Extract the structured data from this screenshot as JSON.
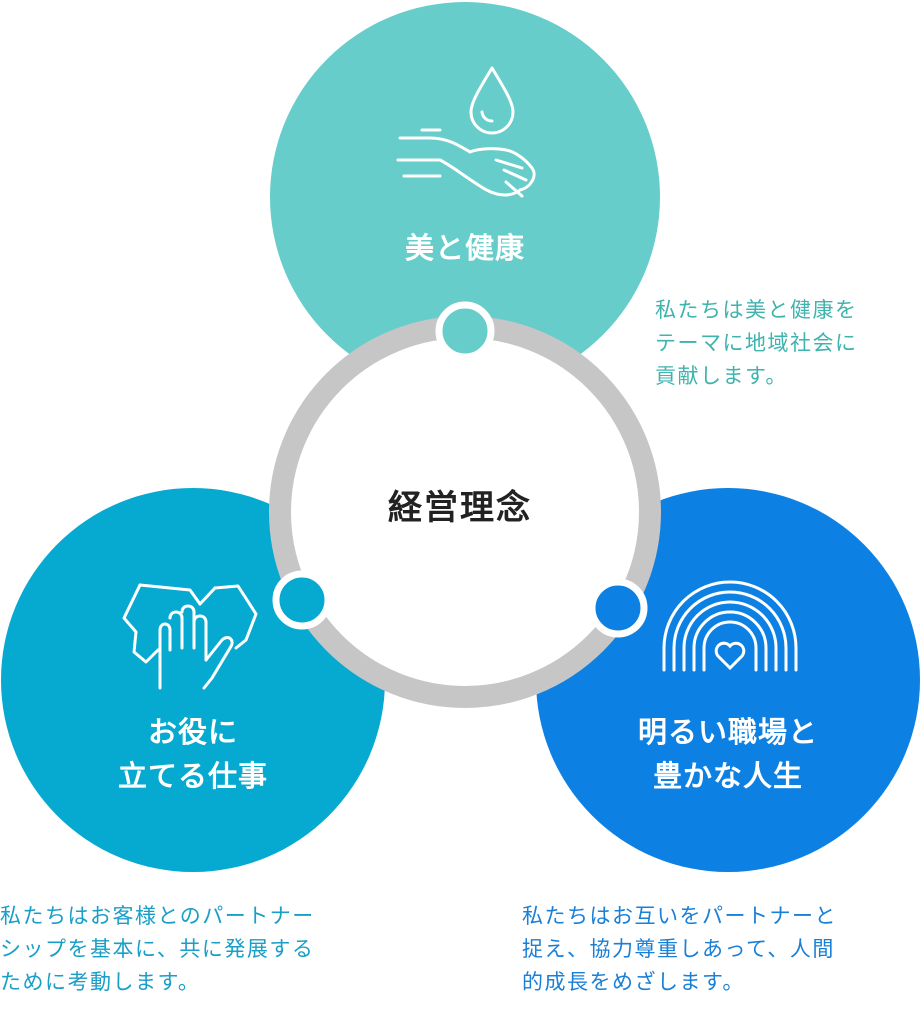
{
  "center": {
    "title": "経営理念"
  },
  "colors": {
    "beauty": "#66cdca",
    "work": "#06a9cf",
    "life": "#0c80e3",
    "ring": "#c6c6c6",
    "desc_top": "#3fb3ad",
    "desc_left": "#199fc7",
    "desc_right": "#1a7fd7"
  },
  "circles": [
    {
      "id": "beauty",
      "icon": "water-drop-hand-icon",
      "label_lines": [
        "美と健康"
      ]
    },
    {
      "id": "work",
      "icon": "helping-hands-icon",
      "label_lines": [
        "お役に",
        "立てる仕事"
      ]
    },
    {
      "id": "life",
      "icon": "rainbow-heart-icon",
      "label_lines": [
        "明るい職場と",
        "豊かな人生"
      ]
    }
  ],
  "descriptions": {
    "beauty": [
      "私たちは美と健康を",
      "テーマに地域社会に",
      "貢献します。"
    ],
    "work": [
      "私たちはお客様とのパートナー",
      "シップを基本に、共に発展する",
      "ために考動します。"
    ],
    "life": [
      "私たちはお互いをパートナーと",
      "捉え、協力尊重しあって、人間",
      "的成長をめざします。"
    ]
  }
}
